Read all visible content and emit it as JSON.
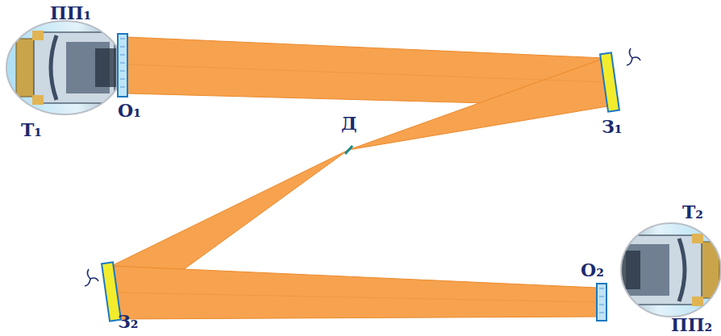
{
  "diagram": {
    "labels": [
      "ПП₁",
      "Т₁",
      "О₁",
      "З₁",
      "Д",
      "З₂",
      "О₂",
      "Т₂",
      "ПП₂"
    ]
  }
}
